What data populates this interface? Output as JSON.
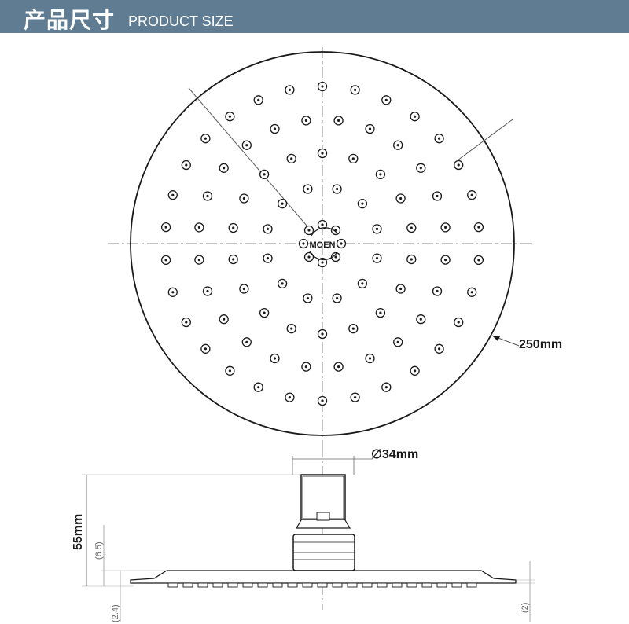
{
  "header": {
    "title_cn": "产品尺寸",
    "title_en": "PRODUCT SIZE",
    "background": "#5f7c92"
  },
  "drawing": {
    "brand": "MOEN",
    "diameter_label": "250mm",
    "connector_label": "∅34mm",
    "height_label": "55mm",
    "note_65": "(6.5)",
    "note_24": "(2.4)",
    "note_2": "(2)"
  }
}
